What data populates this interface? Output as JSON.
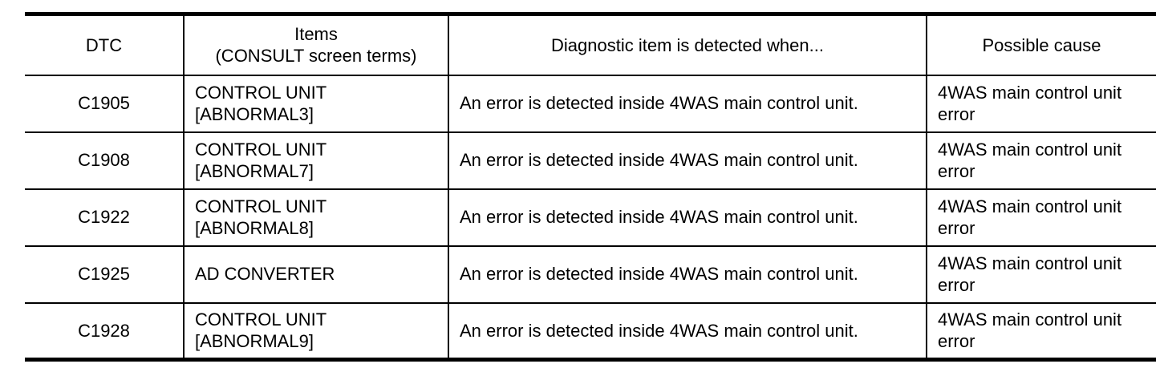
{
  "page": {
    "background": "#ffffff"
  },
  "table": {
    "border_color": "#000000",
    "text_color": "#000000",
    "header": {
      "dtc": "DTC",
      "items": "Items\n(CONSULT screen terms)",
      "detected": "Diagnostic item is detected when...",
      "cause": "Possible cause"
    },
    "rows": [
      {
        "dtc": "C1905",
        "item": "CONTROL UNIT\n[ABNORMAL3]",
        "detected": "An error is detected inside 4WAS main control unit.",
        "cause": "4WAS main control unit\nerror"
      },
      {
        "dtc": "C1908",
        "item": "CONTROL UNIT\n[ABNORMAL7]",
        "detected": "An error is detected inside 4WAS main control unit.",
        "cause": "4WAS main control unit\nerror"
      },
      {
        "dtc": "C1922",
        "item": "CONTROL UNIT\n[ABNORMAL8]",
        "detected": "An error is detected inside 4WAS main control unit.",
        "cause": "4WAS main control unit\nerror"
      },
      {
        "dtc": "C1925",
        "item": "AD CONVERTER",
        "detected": "An error is detected inside 4WAS main control unit.",
        "cause": "4WAS main control unit\nerror"
      },
      {
        "dtc": "C1928",
        "item": "CONTROL UNIT\n[ABNORMAL9]",
        "detected": "An error is detected inside 4WAS main control unit.",
        "cause": "4WAS main control unit\nerror"
      }
    ]
  }
}
